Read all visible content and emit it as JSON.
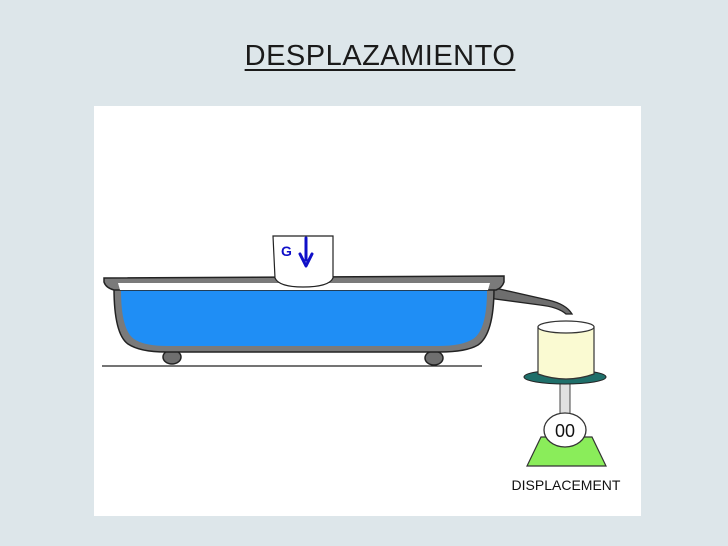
{
  "slide": {
    "title": "DESPLAZAMIENTO"
  },
  "diagram": {
    "object_label": "G",
    "scale_reading": "00",
    "scale_label": "DISPLACEMENT",
    "colors": {
      "water": "#1f8ef5",
      "tub_outline": "#333333",
      "container": "#fafad2",
      "scale_plate": "#1f6f6a",
      "scale_base": "#8aed5a",
      "arrow": "#1010c8"
    }
  }
}
